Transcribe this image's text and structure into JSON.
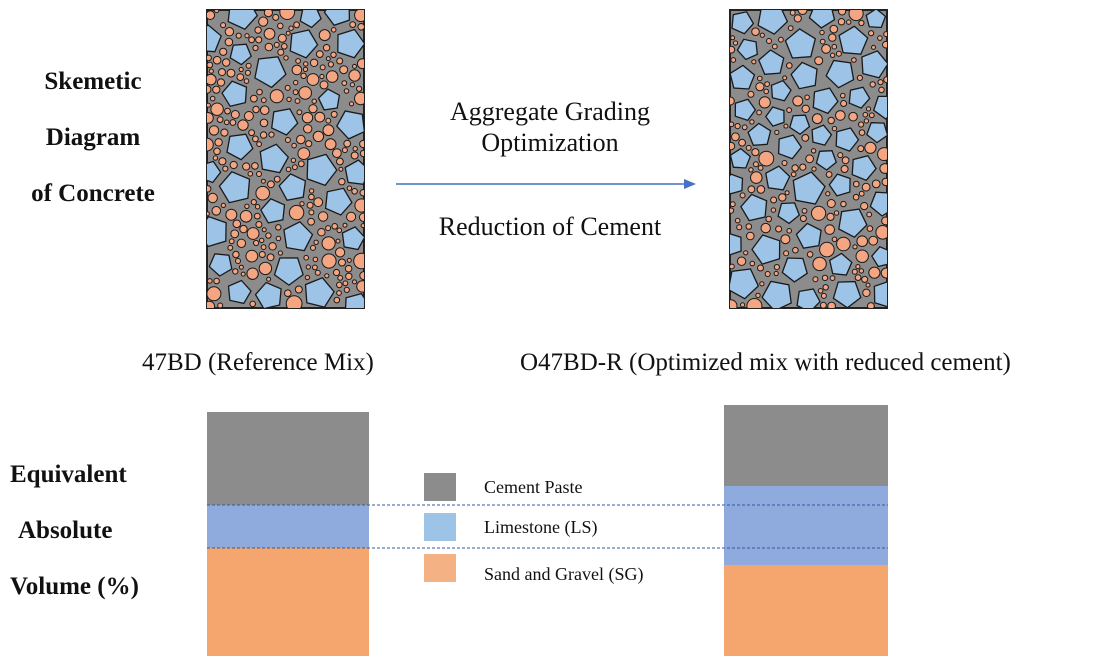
{
  "schematic_label": [
    "Skemetic",
    "Diagram",
    "of Concrete"
  ],
  "volume_label": [
    "Equivalent",
    "Absolute",
    "Volume (%)"
  ],
  "arrow": {
    "top_text": [
      "Aggregate Grading",
      "Optimization"
    ],
    "bottom_text": "Reduction of Cement",
    "color": "#4472c4"
  },
  "mixes": [
    {
      "name": "47BD (Reference Mix)"
    },
    {
      "name": "O47BD-R (Optimized mix with reduced cement)"
    }
  ],
  "legend": [
    {
      "label": "Cement Paste",
      "color": "#8c8c8c",
      "icon": "gray-square-icon"
    },
    {
      "label": "Limestone (LS)",
      "color": "#9dc3e6",
      "icon": "light-blue-square-icon"
    },
    {
      "label": "Sand and Gravel (SG)",
      "color": "#f4b183",
      "icon": "orange-square-icon"
    }
  ],
  "colors": {
    "paste": "#8c8c8c",
    "limestone_particle": "#9dc3e6",
    "limestone_bar": "#8faadc",
    "sand_particle": "#f4a582",
    "sand_bar": "#f4a66e",
    "bar_gray": "#8c8c8c"
  }
}
